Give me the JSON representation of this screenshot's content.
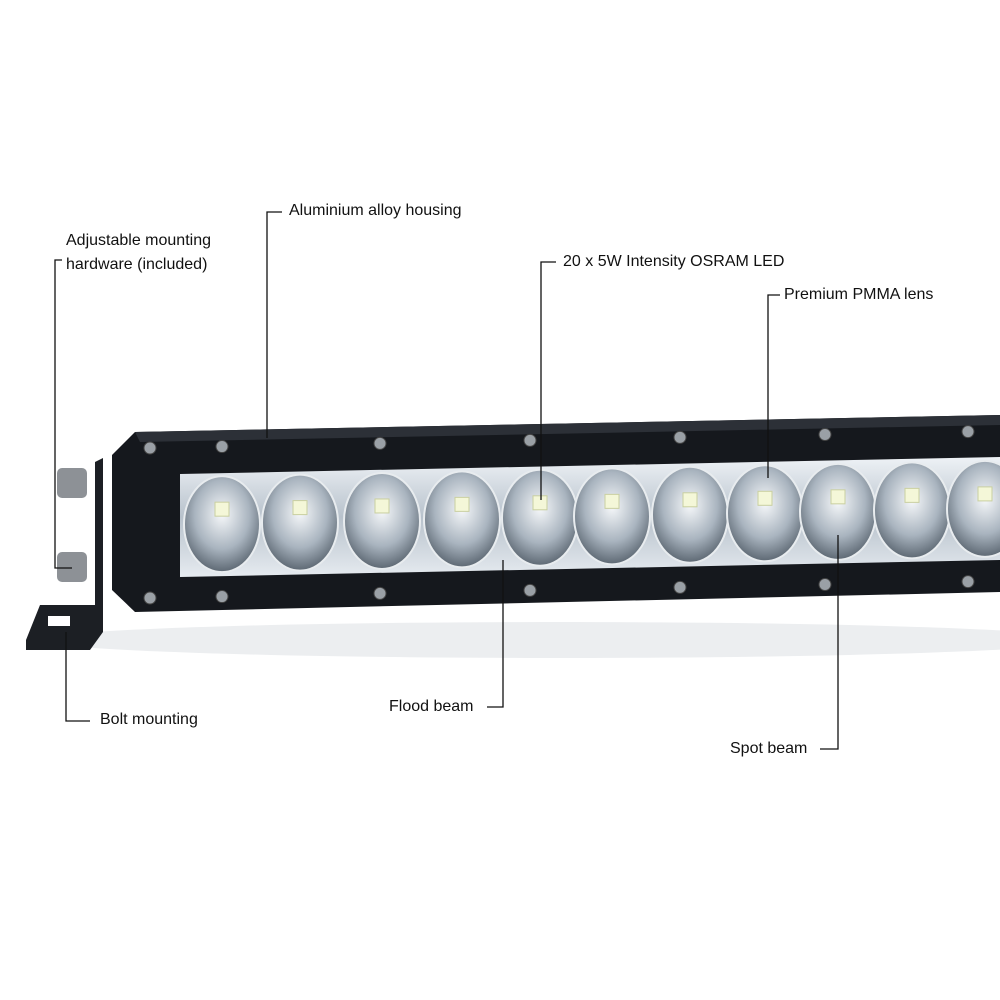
{
  "callouts": {
    "mounting": [
      "Adjustable mounting",
      "hardware (included)"
    ],
    "housing": "Aluminium alloy housing",
    "led": "20 x 5W Intensity OSRAM LED",
    "lens": "Premium PMMA lens",
    "bolt": "Bolt mounting",
    "flood": "Flood beam",
    "spot": "Spot beam"
  },
  "colors": {
    "housing": "#15181d",
    "lens": "#cfd6de",
    "led": "#f4f7d8",
    "line": "#111111"
  }
}
